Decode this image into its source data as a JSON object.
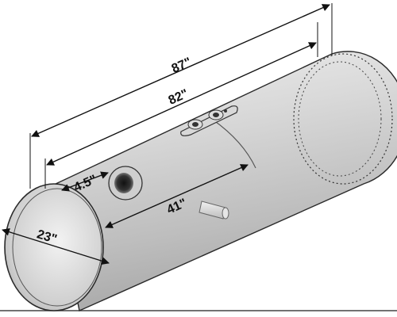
{
  "diagram": {
    "dimensions": {
      "overall_length": "87\"",
      "body_length": "82\"",
      "offset": "4.5\"",
      "mid_length": "41\"",
      "diameter": "23\""
    }
  },
  "colors": {
    "tank_fill": "#d6d6d6",
    "tank_stroke": "#2a2a2a",
    "dimension_line": "#111111",
    "background": "#ffffff"
  }
}
